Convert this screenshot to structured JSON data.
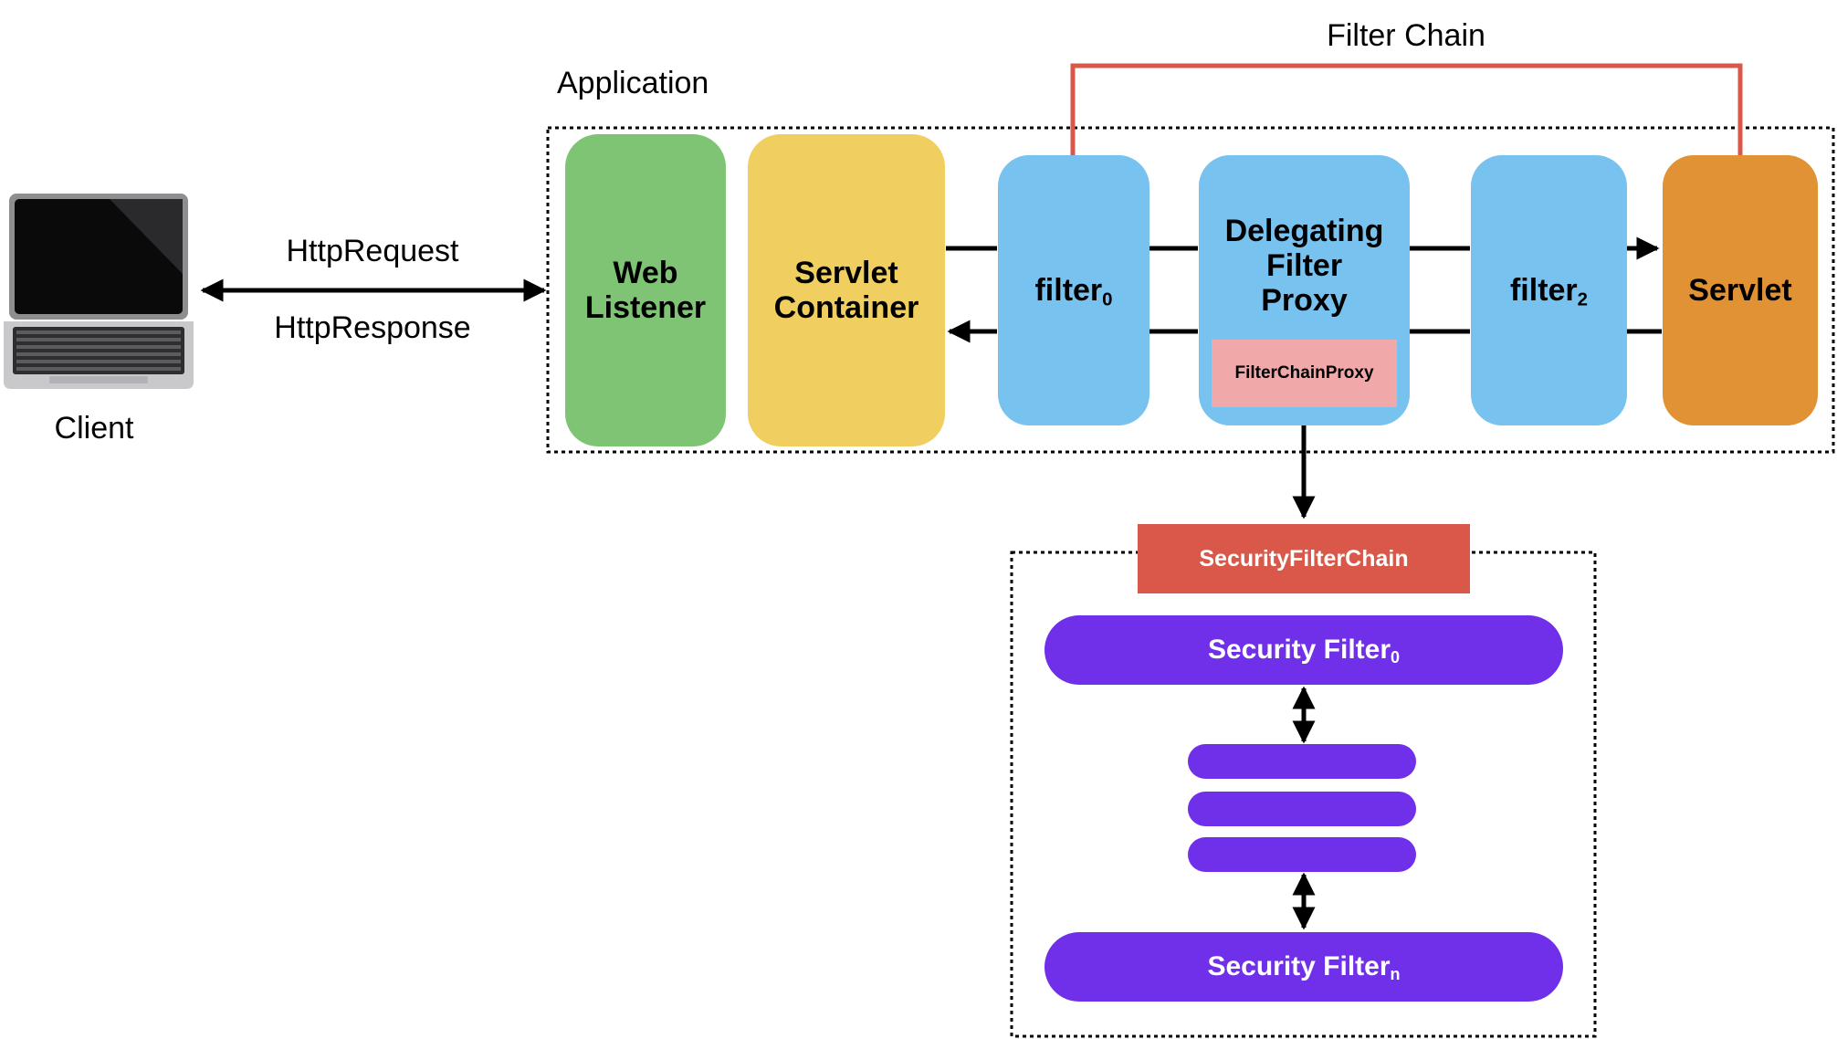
{
  "client": {
    "label": "Client",
    "icon": "laptop-icon"
  },
  "connection": {
    "request_label": "HttpRequest",
    "response_label": "HttpResponse"
  },
  "application": {
    "label": "Application",
    "web_listener": {
      "line1": "Web",
      "line2": "Listener"
    },
    "servlet_container": {
      "line1": "Servlet",
      "line2": "Container"
    },
    "filter0": {
      "base": "filter",
      "sub": "0"
    },
    "delegating_filter_proxy": {
      "line1": "Delegating",
      "line2": "Filter",
      "line3": "Proxy"
    },
    "filter_chain_proxy": "FilterChainProxy",
    "filter2": {
      "base": "filter",
      "sub": "2"
    },
    "servlet": "Servlet"
  },
  "filter_chain": {
    "label": "Filter Chain"
  },
  "security_filter_chain": {
    "label": "SecurityFilterChain",
    "filter_first": {
      "base": "Security Filter",
      "sub": "0"
    },
    "filter_last": {
      "base": "Security Filter",
      "sub": "n"
    }
  },
  "colors": {
    "web_listener": "#7ec474",
    "servlet_container": "#f0cf60",
    "filter": "#78c2f0",
    "servlet": "#e09235",
    "filter_chain_proxy": "#f0a8a8",
    "security_filter_chain": "#d9584a",
    "security_filter": "#7030ea",
    "filter_chain_line": "#d9584a"
  }
}
